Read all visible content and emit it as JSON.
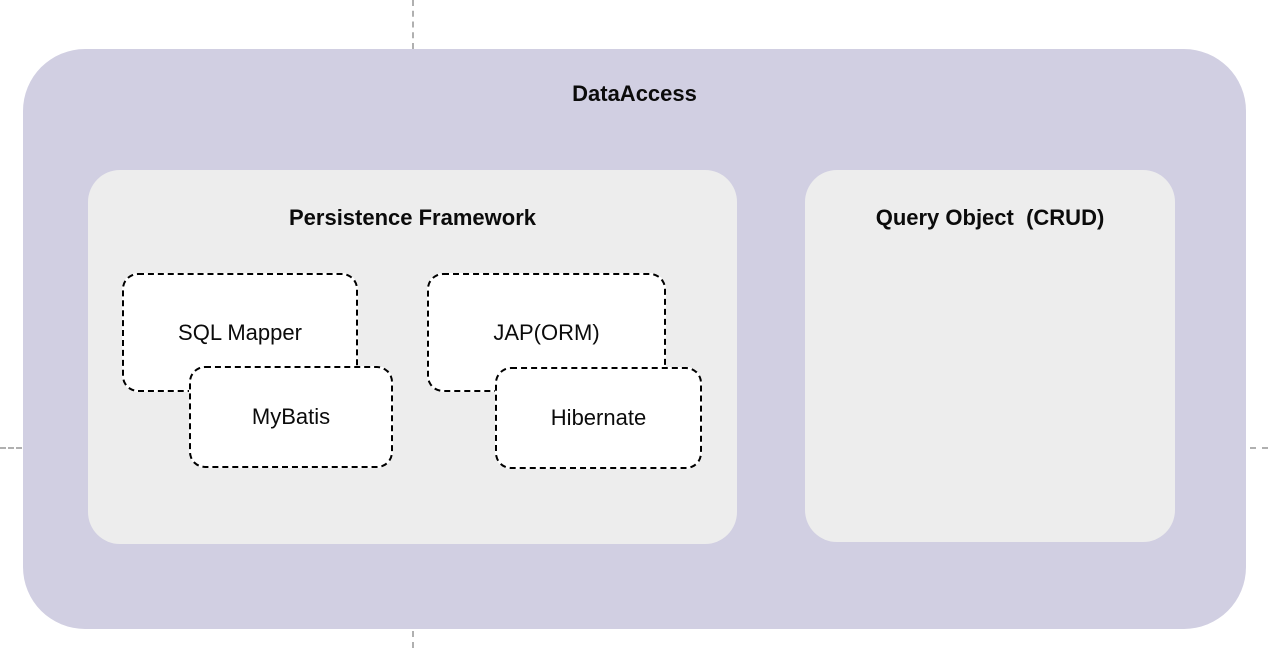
{
  "diagram": {
    "container": {
      "label": "DataAccess"
    },
    "persistence": {
      "label": "Persistence Framework",
      "nodes": [
        {
          "label": "SQL Mapper"
        },
        {
          "label": "MyBatis"
        },
        {
          "label": "JAP(ORM)"
        },
        {
          "label": "Hibernate"
        }
      ]
    },
    "query": {
      "label": "Query Object  (CRUD)"
    }
  },
  "colors": {
    "container_bg": "#d1cfe2",
    "group_bg": "#ededed",
    "node_bg": "#ffffff",
    "node_border": "#000000",
    "text_color": "#0b0b0b",
    "guide_color": "#b0b0b0"
  }
}
